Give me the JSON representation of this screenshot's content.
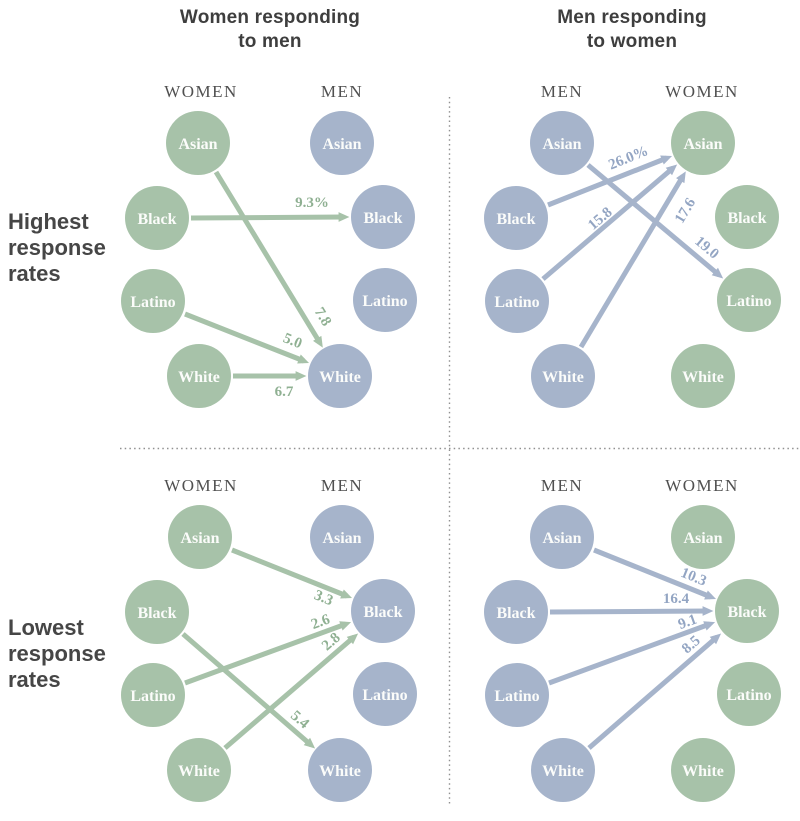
{
  "panels": {
    "left_title": "Women responding\nto men",
    "right_title": "Men responding\nto women"
  },
  "rows": {
    "top_label": "Highest\nresponse\nrates",
    "bottom_label": "Lowest\nresponse\nrates"
  },
  "colors": {
    "women_node": "#a7c2a9",
    "men_node": "#a6b4cb",
    "women_value_label": "#8fb092",
    "men_value_label": "#93a5c3",
    "heading_text": "#3e3e3e",
    "column_header_text": "#505050",
    "dotted_divider": "#909090"
  },
  "chart_data": {
    "type": "flow",
    "unit": "%",
    "races": [
      "Asian",
      "Black",
      "Latino",
      "White"
    ],
    "panels": [
      "Women responding to men",
      "Men responding to women"
    ],
    "rows": [
      "Highest response rates",
      "Lowest response rates"
    ],
    "node_colors": {
      "WOMEN": "#a7c2a9",
      "MEN": "#a6b4cb"
    },
    "quadrants": [
      {
        "panel": "Women responding to men",
        "row": "Highest response rates",
        "left_column": "WOMEN",
        "right_column": "MEN",
        "flows": [
          {
            "from": "Black",
            "to": "Black",
            "value": 9.3,
            "label": "9.3%"
          },
          {
            "from": "Asian",
            "to": "White",
            "value": 7.8,
            "label": "7.8"
          },
          {
            "from": "Latino",
            "to": "White",
            "value": 5.0,
            "label": "5.0"
          },
          {
            "from": "White",
            "to": "White",
            "value": 6.7,
            "label": "6.7"
          }
        ]
      },
      {
        "panel": "Men responding to women",
        "row": "Highest response rates",
        "left_column": "MEN",
        "right_column": "WOMEN",
        "flows": [
          {
            "from": "Black",
            "to": "Asian",
            "value": 26.0,
            "label": "26.0%"
          },
          {
            "from": "Latino",
            "to": "Asian",
            "value": 15.8,
            "label": "15.8"
          },
          {
            "from": "White",
            "to": "Asian",
            "value": 17.6,
            "label": "17.6"
          },
          {
            "from": "Asian",
            "to": "Latino",
            "value": 19.0,
            "label": "19.0"
          }
        ]
      },
      {
        "panel": "Women responding to men",
        "row": "Lowest response rates",
        "left_column": "WOMEN",
        "right_column": "MEN",
        "flows": [
          {
            "from": "Asian",
            "to": "Black",
            "value": 3.3,
            "label": "3.3"
          },
          {
            "from": "Latino",
            "to": "Black",
            "value": 2.6,
            "label": "2.6"
          },
          {
            "from": "White",
            "to": "Black",
            "value": 2.8,
            "label": "2.8"
          },
          {
            "from": "Black",
            "to": "White",
            "value": 5.4,
            "label": "5.4"
          }
        ]
      },
      {
        "panel": "Men responding to women",
        "row": "Lowest response rates",
        "left_column": "MEN",
        "right_column": "WOMEN",
        "flows": [
          {
            "from": "Asian",
            "to": "Black",
            "value": 10.3,
            "label": "10.3"
          },
          {
            "from": "Black",
            "to": "Black",
            "value": 16.4,
            "label": "16.4"
          },
          {
            "from": "Latino",
            "to": "Black",
            "value": 9.1,
            "label": "9.1"
          },
          {
            "from": "White",
            "to": "Black",
            "value": 8.5,
            "label": "8.5"
          }
        ]
      }
    ]
  }
}
